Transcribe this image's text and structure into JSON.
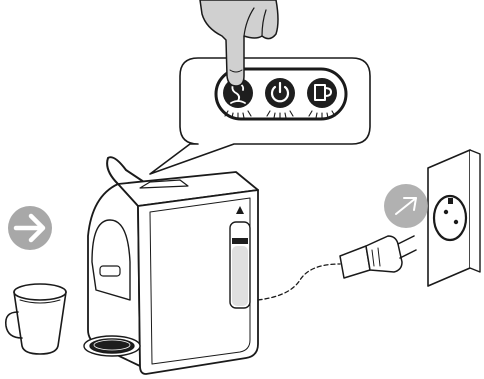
{
  "illustration": {
    "control_panel": {
      "buttons": [
        {
          "name": "descale",
          "icon": "descale-icon"
        },
        {
          "name": "power",
          "icon": "power-icon"
        },
        {
          "name": "brew",
          "icon": "cup-icon"
        }
      ],
      "highlighted_button": "descale"
    },
    "indicators": {
      "step_arrow": "arrow-right-icon",
      "plug_arrow": "arrow-right-icon"
    },
    "colors": {
      "line": "#1a1a1a",
      "button_fill": "#1e1e1e",
      "arrow_circle": "#a8a8a8",
      "hand_fill": "#d0d0d0",
      "water_tank": "#e0e0e0"
    }
  }
}
